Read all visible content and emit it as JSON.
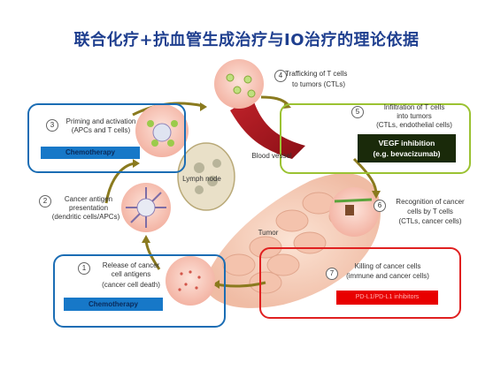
{
  "title": "联合化疗+抗血管生成治疗与IO治疗的理论依据",
  "steps": [
    {
      "n": "1",
      "line1": "Release of cancer",
      "line2": "cell antigens",
      "line3": "(cancer cell death)",
      "tag": "Chemotherapy"
    },
    {
      "n": "2",
      "line1": "Cancer antigen",
      "line2": "presentation",
      "line3": "(dendritic cells/APCs)"
    },
    {
      "n": "3",
      "line1": "Priming and activation",
      "line2": "(APCs and T cells)",
      "tag": "Chemotherapy"
    },
    {
      "n": "4",
      "line1": "Trafficking of T cells",
      "line2": "to tumors  (CTLs)"
    },
    {
      "n": "5",
      "line1": "Infiltration of T cells",
      "line2": "into tumors",
      "line3": "(CTLs, endothelial cells)",
      "tag_line1": "VEGF inhibition",
      "tag_line2": "(e.g. bevacizumab)"
    },
    {
      "n": "6",
      "line1": "Recognition of cancer",
      "line2": "cells by T cells",
      "line3": "(CTLs, cancer cells)"
    },
    {
      "n": "7",
      "line1": "Killing of cancer cells",
      "line2": "(immune and cancer cells)",
      "tag": "PD-L1/PD-L1 inhibitors"
    }
  ],
  "labels": {
    "lymph_node": "Lymph node",
    "blood_vessel": "Blood vessel",
    "tumor": "Tumor"
  },
  "colors": {
    "title": "#1f3f8f",
    "blue_box": "#1b6db4",
    "green_box": "#9bc232",
    "red_box": "#e02020",
    "tag_blue": "#1778c8",
    "tag_dark": "#1a2a0a",
    "tag_red": "#e80000"
  }
}
